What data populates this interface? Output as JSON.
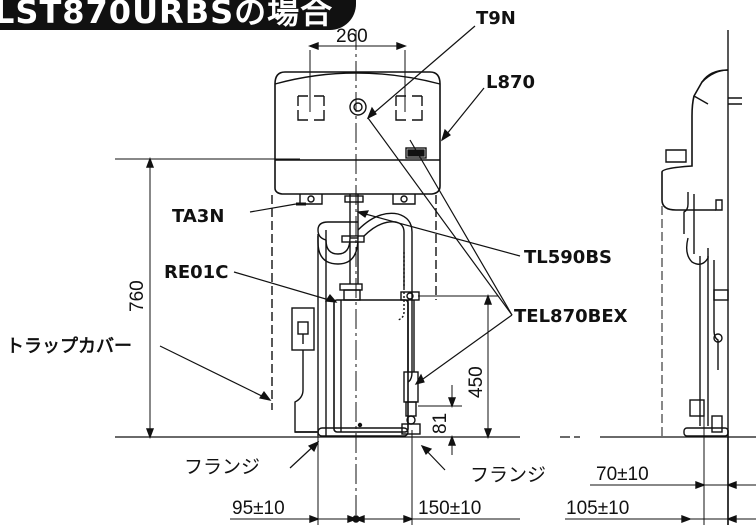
{
  "title": "LST870URBSの場合",
  "labels": {
    "t9n": "T9N",
    "l870": "L870",
    "ta3n": "TA3N",
    "tl590bs": "TL590BS",
    "re01c": "RE01C",
    "tel870bex": "TEL870BEX",
    "trap_cover": "トラップカバー",
    "flange_left": "フランジ",
    "flange_right": "フランジ"
  },
  "dimensions": {
    "width_260": "260",
    "height_760": "760",
    "height_450": "450",
    "height_81": "81",
    "offset_95": "95±10",
    "offset_150": "150±10",
    "offset_70": "70±10",
    "offset_105": "105±10"
  },
  "colors": {
    "line": "#111111",
    "background": "#ffffff",
    "title_bg": "#111111",
    "title_fg": "#ffffff"
  }
}
